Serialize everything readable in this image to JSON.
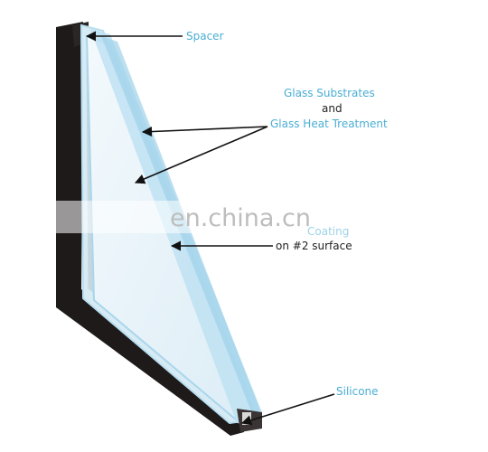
{
  "labels": {
    "spacer": "Spacer",
    "glass_substrates": "Glass Substrates",
    "and": "and",
    "glass_heat_treatment": "Glass Heat Treatment",
    "coating": "Coating",
    "coating_surface": "on #2 surface",
    "silicone": "Silicone"
  },
  "watermark": "en.china.cn",
  "colors": {
    "label_accent": "#4aaed4",
    "label_dark": "#222222",
    "frame": "#1e1a1a",
    "glass_edge": "#b9dff0",
    "glass_face": "#e9f4fa",
    "arrow": "#111111"
  }
}
